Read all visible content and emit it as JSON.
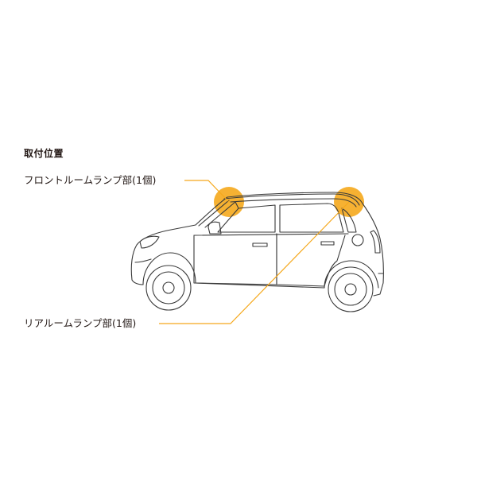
{
  "heading": "取付位置",
  "callouts": {
    "front": "フロントルームランプ部(1個)",
    "rear": "リアルームランプ部(1個)"
  },
  "colors": {
    "highlight": "#f5a81c",
    "leader": "#f5a81c",
    "outline": "#3a3a3a",
    "text": "#231815"
  }
}
